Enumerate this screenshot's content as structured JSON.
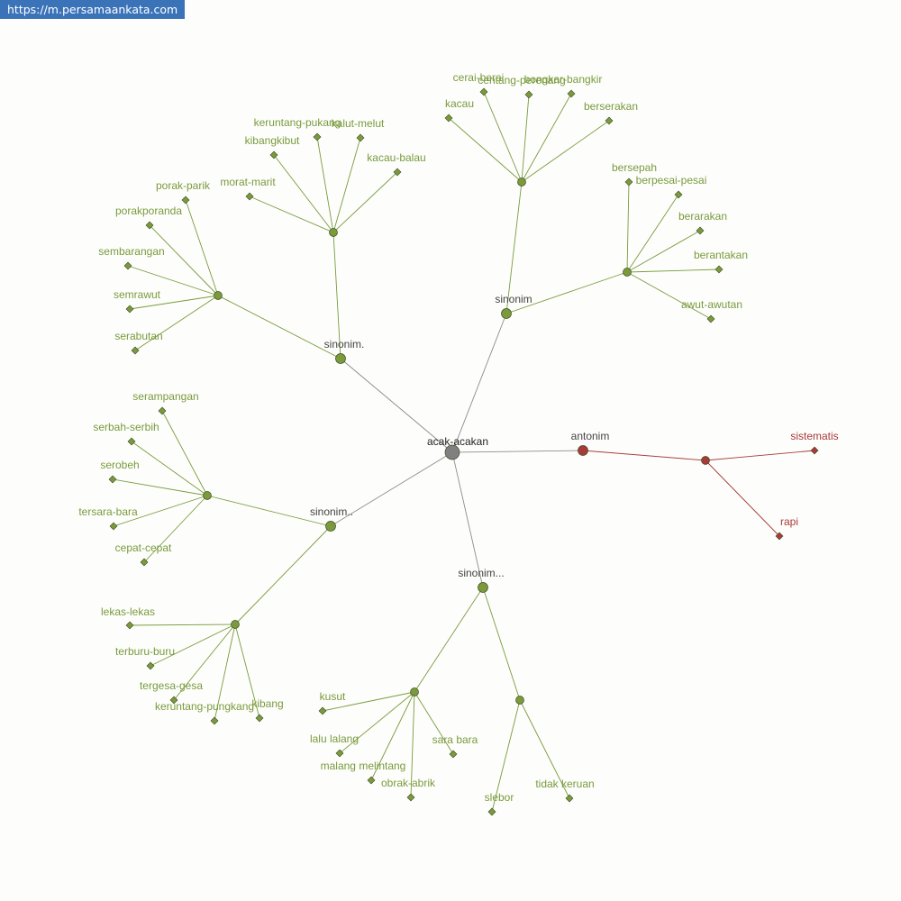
{
  "header": {
    "url": "https://m.persamaankata.com"
  },
  "colors": {
    "synonym": "#7a9a3c",
    "synonym_text": "#7a9a3c",
    "antonym": "#a83a3a",
    "edge_root": "#8c8c8c",
    "root_node": "#808080",
    "group_text": "#444444",
    "root_text": "#222222"
  },
  "graph": {
    "root": {
      "label": "acak-acakan"
    },
    "groups": [
      {
        "label": "sinonim",
        "kind": "synonym",
        "clusters": [
          {
            "leaves": [
              "cerai-berai",
              "centang-perenang",
              "bongkar-bangkir",
              "kacau",
              "berserakan"
            ]
          },
          {
            "leaves": [
              "bersepah",
              "berpesai-pesai",
              "berarakan",
              "berantakan",
              "awut-awutan"
            ]
          }
        ]
      },
      {
        "label": "sinonim.",
        "kind": "synonym",
        "clusters": [
          {
            "leaves": [
              "keruntang-pukang",
              "kalut-melut",
              "kibangkibut",
              "kacau-balau",
              "morat-marit"
            ]
          },
          {
            "leaves": [
              "porak-parik",
              "porakporanda",
              "sembarangan",
              "semrawut",
              "serabutan"
            ]
          }
        ]
      },
      {
        "label": "sinonim..",
        "kind": "synonym",
        "clusters": [
          {
            "leaves": [
              "serampangan",
              "serbah-serbih",
              "serobeh",
              "tersara-bara",
              "cepat-cepat"
            ]
          },
          {
            "leaves": [
              "lekas-lekas",
              "terburu-buru",
              "tergesa-gesa",
              "keruntang-pungkang",
              "kibang"
            ]
          }
        ]
      },
      {
        "label": "sinonim...",
        "kind": "synonym",
        "clusters": [
          {
            "leaves": [
              "kusut",
              "lalu lalang",
              "malang melintang",
              "obrak-abrik",
              "sara bara"
            ]
          },
          {
            "leaves": [
              "slebor",
              "tidak keruan"
            ]
          }
        ]
      },
      {
        "label": "antonim",
        "kind": "antonym",
        "clusters": [
          {
            "leaves": [
              "sistematis",
              "rapi"
            ]
          }
        ]
      }
    ]
  }
}
